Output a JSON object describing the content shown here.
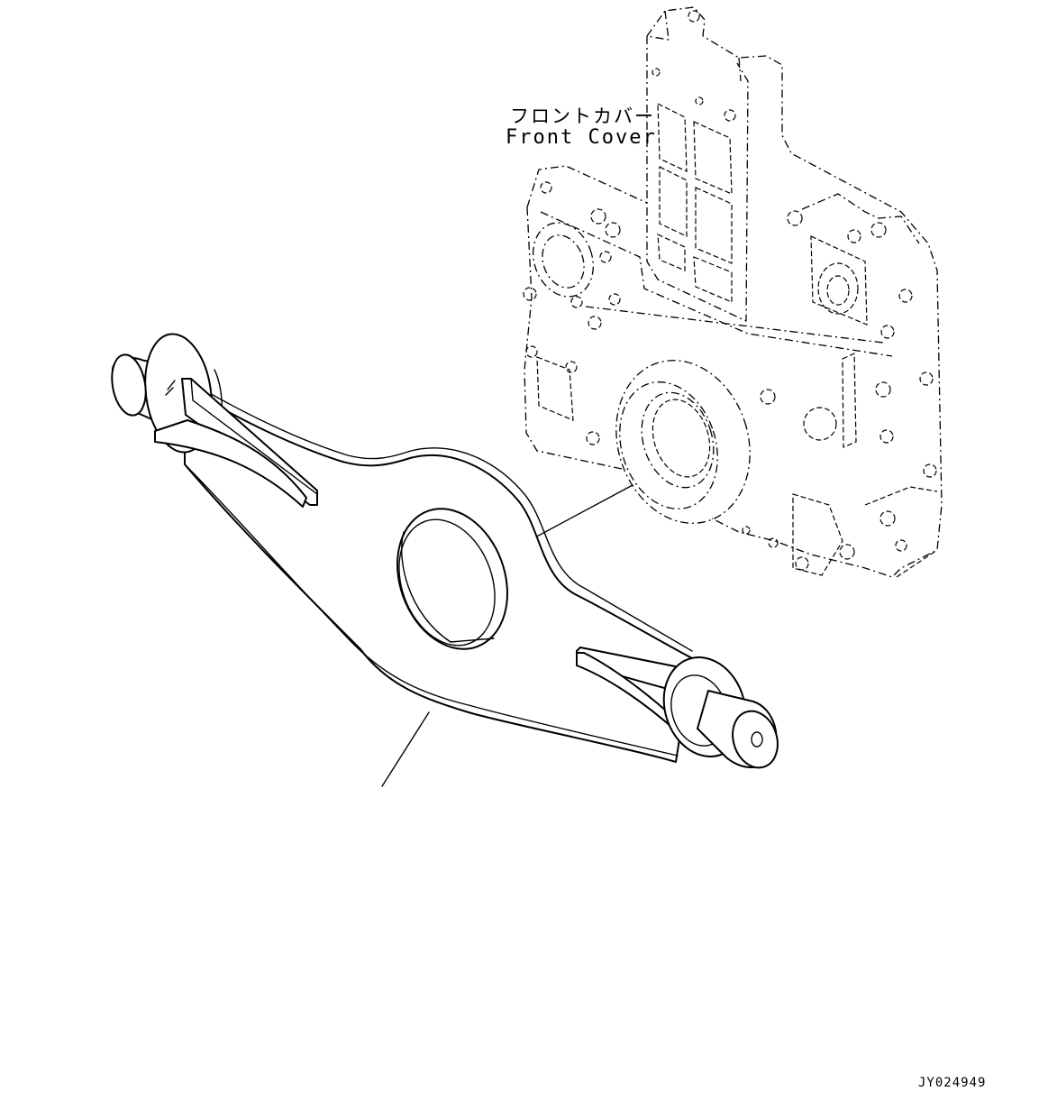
{
  "labels": {
    "front_cover_jp": "フロントカバー",
    "front_cover_en": "Front Cover",
    "drawing_code": "JY024949"
  },
  "colors": {
    "line": "#000000",
    "background": "#ffffff"
  }
}
